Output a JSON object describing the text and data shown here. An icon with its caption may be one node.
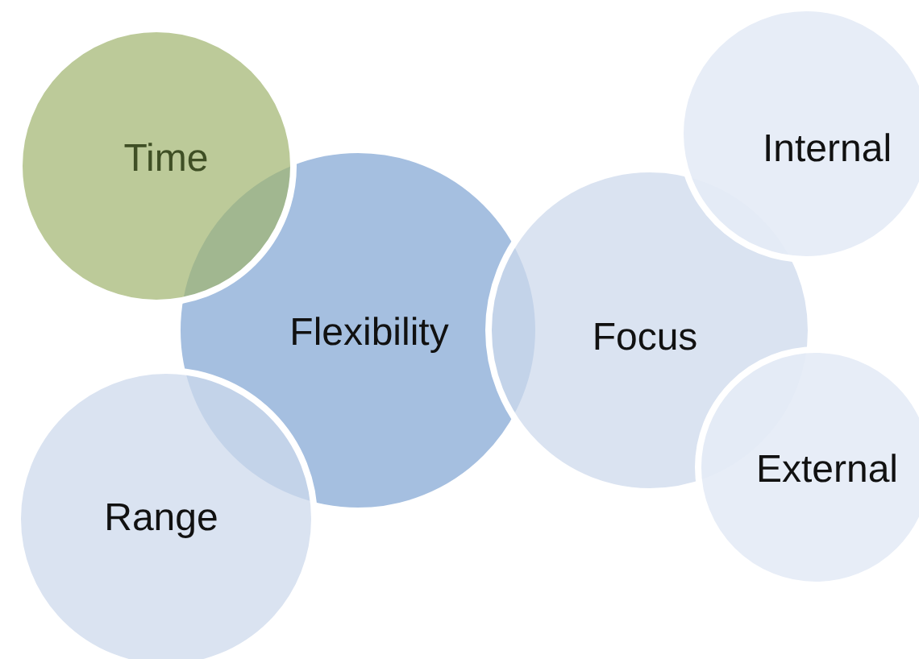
{
  "diagram": {
    "nodes": [
      {
        "text": [
          "Time"
        ]
      },
      {
        "text": [
          "Internal"
        ]
      },
      {
        "text": [
          "Flexibility"
        ]
      },
      {
        "text": [
          "Focus"
        ]
      },
      {
        "text": [
          "External"
        ]
      },
      {
        "text": [
          "Range"
        ]
      }
    ]
  }
}
